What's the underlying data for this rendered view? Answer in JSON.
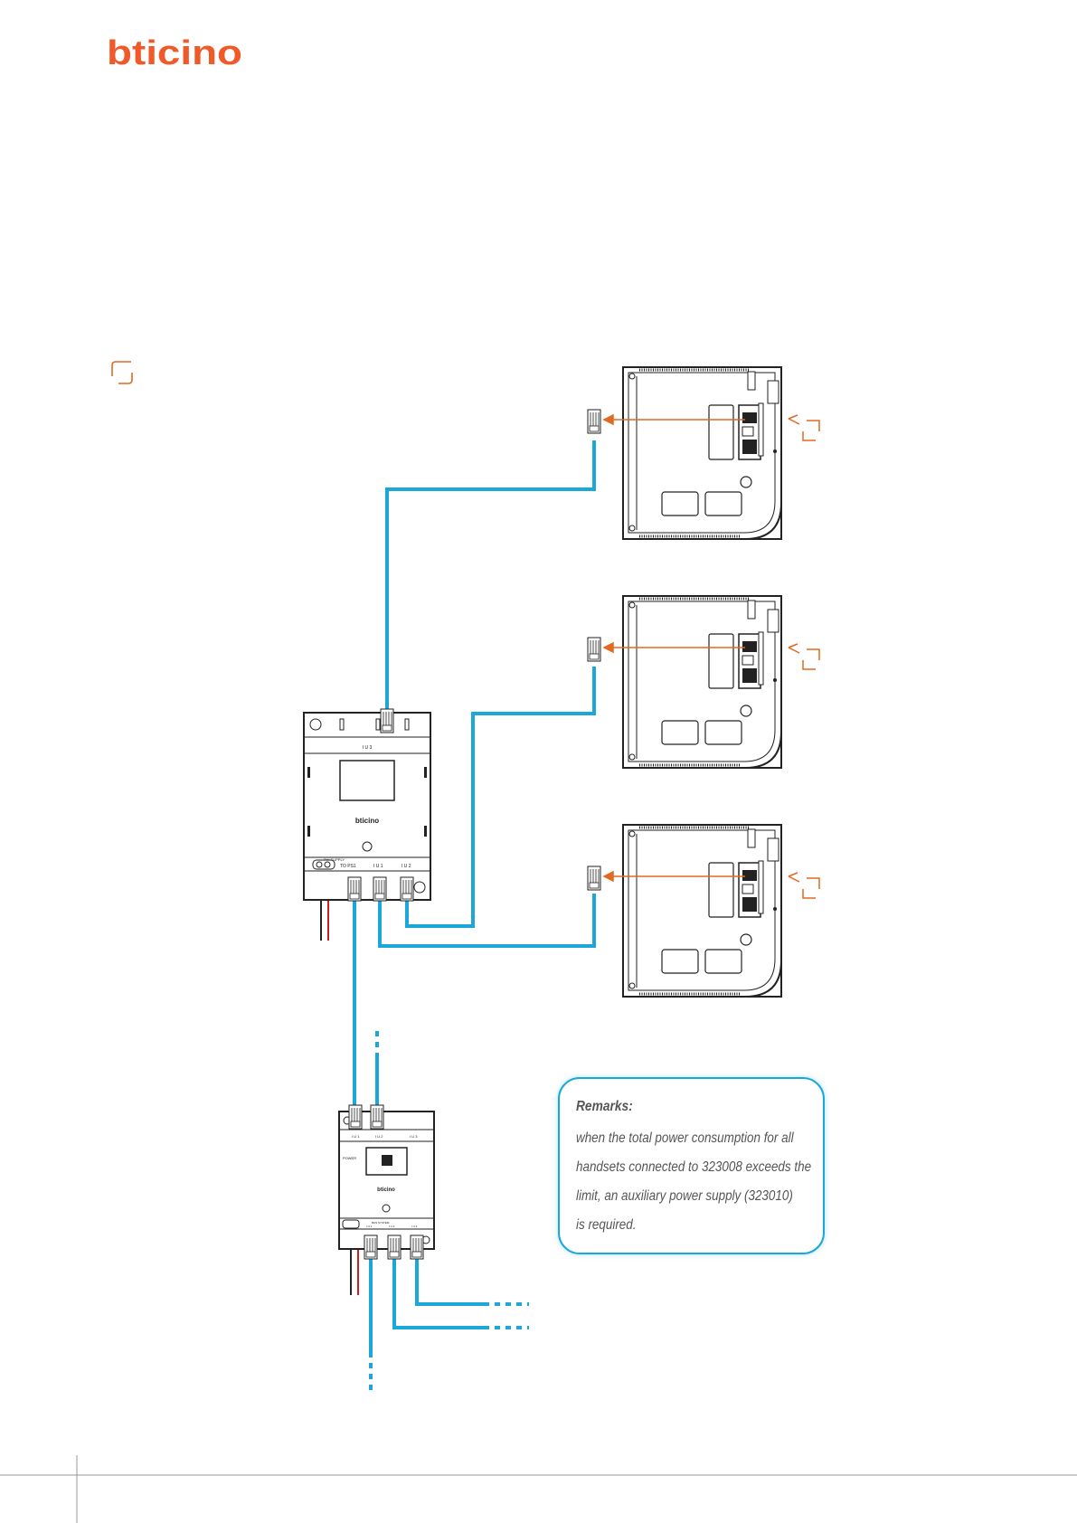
{
  "brand": {
    "logo_text": "bticino",
    "logo_color": "#f0592a"
  },
  "colors": {
    "bus_cable": "#1ba7d9",
    "arrow": "#e2691f",
    "device_stroke": "#222222",
    "power_red": "#cc1f1f"
  },
  "devices": {
    "distributor": {
      "brand_label": "bticino",
      "top_port_label": "I U 3",
      "bottom_labels": [
        "TO PS1",
        "I U 1",
        "I U 2"
      ],
      "power_label": "PW SUPPLY"
    },
    "power_supply": {
      "brand_label": "bticino",
      "top_port_labels": [
        "I U 1",
        "I U 2",
        "I U 3"
      ],
      "power_label": "POWER",
      "bottom_labels": [
        "BUS SYSTEM",
        "I U 1",
        "I U 2",
        "I U 3"
      ]
    },
    "handsets": [
      {
        "id": "handset-1"
      },
      {
        "id": "handset-2"
      },
      {
        "id": "handset-3"
      }
    ]
  },
  "remarks": {
    "title": "Remarks:",
    "lines": [
      "when the total power consumption for all",
      "handsets connected to 323008 exceeds the",
      "limit, an auxiliary power supply (323010)",
      "is required."
    ]
  }
}
